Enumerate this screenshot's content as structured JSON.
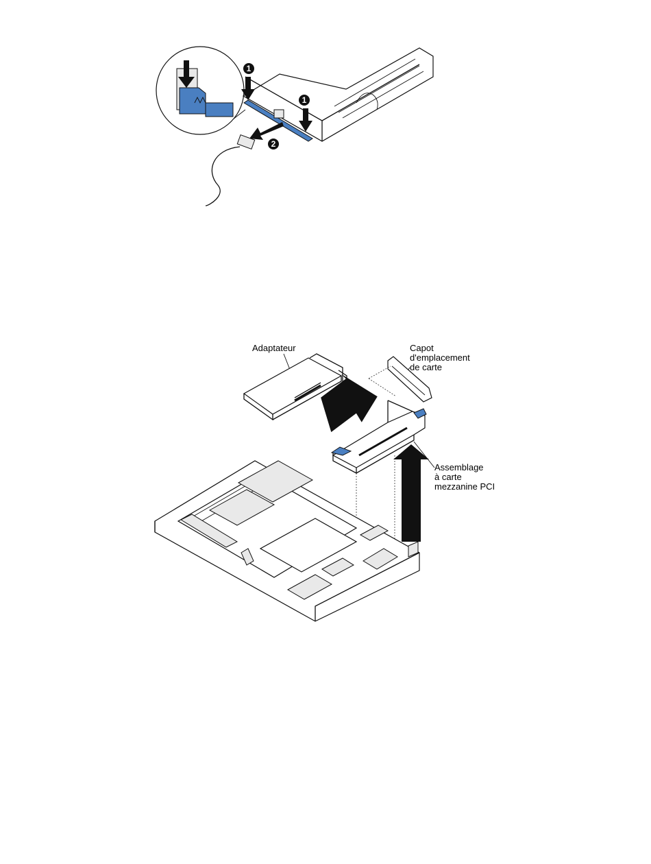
{
  "figure1": {
    "callouts": [
      "1",
      "1",
      "2"
    ]
  },
  "figure2": {
    "labels": {
      "adapter": "Adaptateur",
      "slot_cover": [
        "Capot",
        "d'emplacement",
        "de carte"
      ],
      "riser_assembly": [
        "Assemblage",
        "à carte",
        "mezzanine PCI"
      ]
    }
  },
  "colors": {
    "accent_blue": "#4a7fc1",
    "line": "#111111",
    "background": "#ffffff"
  }
}
